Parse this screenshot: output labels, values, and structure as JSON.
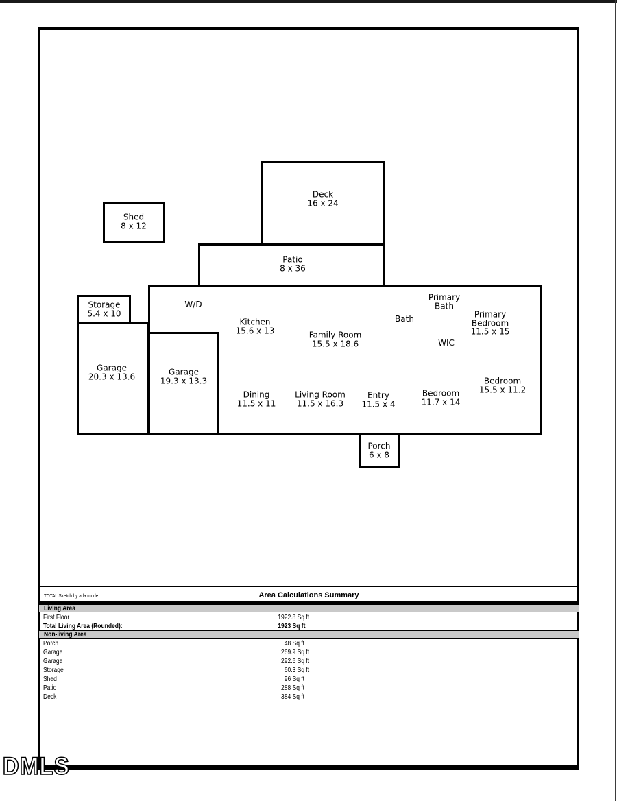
{
  "watermark": "DMLS",
  "colors": {
    "line": "#000000",
    "band": "#c9c9c9"
  },
  "floorplan": {
    "labels": [
      {
        "id": "deck",
        "lines": [
          "Deck",
          "16 x 24"
        ]
      },
      {
        "id": "shed",
        "lines": [
          "Shed",
          "8 x 12"
        ]
      },
      {
        "id": "patio",
        "lines": [
          "Patio",
          "8 x 36"
        ]
      },
      {
        "id": "storage",
        "lines": [
          "Storage",
          "5.4 x 10"
        ]
      },
      {
        "id": "wd",
        "lines": [
          "W/D"
        ]
      },
      {
        "id": "kitchen",
        "lines": [
          "Kitchen",
          "15.6 x 13"
        ]
      },
      {
        "id": "family-room",
        "lines": [
          "Family Room",
          "15.5 x 18.6"
        ]
      },
      {
        "id": "primary-bath",
        "lines": [
          "Primary",
          "Bath"
        ]
      },
      {
        "id": "bath",
        "lines": [
          "Bath"
        ]
      },
      {
        "id": "primary-bedroom",
        "lines": [
          "Primary",
          "Bedroom",
          "11.5 x 15"
        ]
      },
      {
        "id": "wic",
        "lines": [
          "WIC"
        ]
      },
      {
        "id": "garage-left",
        "lines": [
          "Garage",
          "20.3 x 13.6"
        ]
      },
      {
        "id": "garage-right",
        "lines": [
          "Garage",
          "19.3 x 13.3"
        ]
      },
      {
        "id": "dining",
        "lines": [
          "Dining",
          "11.5 x 11"
        ]
      },
      {
        "id": "living-room",
        "lines": [
          "Living Room",
          "11.5 x 16.3"
        ]
      },
      {
        "id": "entry",
        "lines": [
          "Entry",
          "11.5 x 4"
        ]
      },
      {
        "id": "bedroom-1",
        "lines": [
          "Bedroom",
          "11.7 x 14"
        ]
      },
      {
        "id": "bedroom-2",
        "lines": [
          "Bedroom",
          "15.5 x 11.2"
        ]
      },
      {
        "id": "porch",
        "lines": [
          "Porch",
          "6 x 8"
        ]
      }
    ]
  },
  "summary": {
    "branding": "TOTAL Sketch by a la mode",
    "title": "Area Calculations Summary",
    "unit": "Sq ft",
    "living_header": "Living Area",
    "living_rows": [
      {
        "label": "First Floor",
        "value": "1922.8",
        "bold": false
      },
      {
        "label": "Total Living Area (Rounded):",
        "value": "1923",
        "bold": true
      }
    ],
    "nonliving_header": "Non-living Area",
    "nonliving_rows": [
      {
        "label": "Porch",
        "value": "48"
      },
      {
        "label": "Garage",
        "value": "269.9"
      },
      {
        "label": "Garage",
        "value": "292.6"
      },
      {
        "label": "Storage",
        "value": "60.3"
      },
      {
        "label": "Shed",
        "value": "96"
      },
      {
        "label": "Patio",
        "value": "288"
      },
      {
        "label": "Deck",
        "value": "384"
      }
    ]
  }
}
